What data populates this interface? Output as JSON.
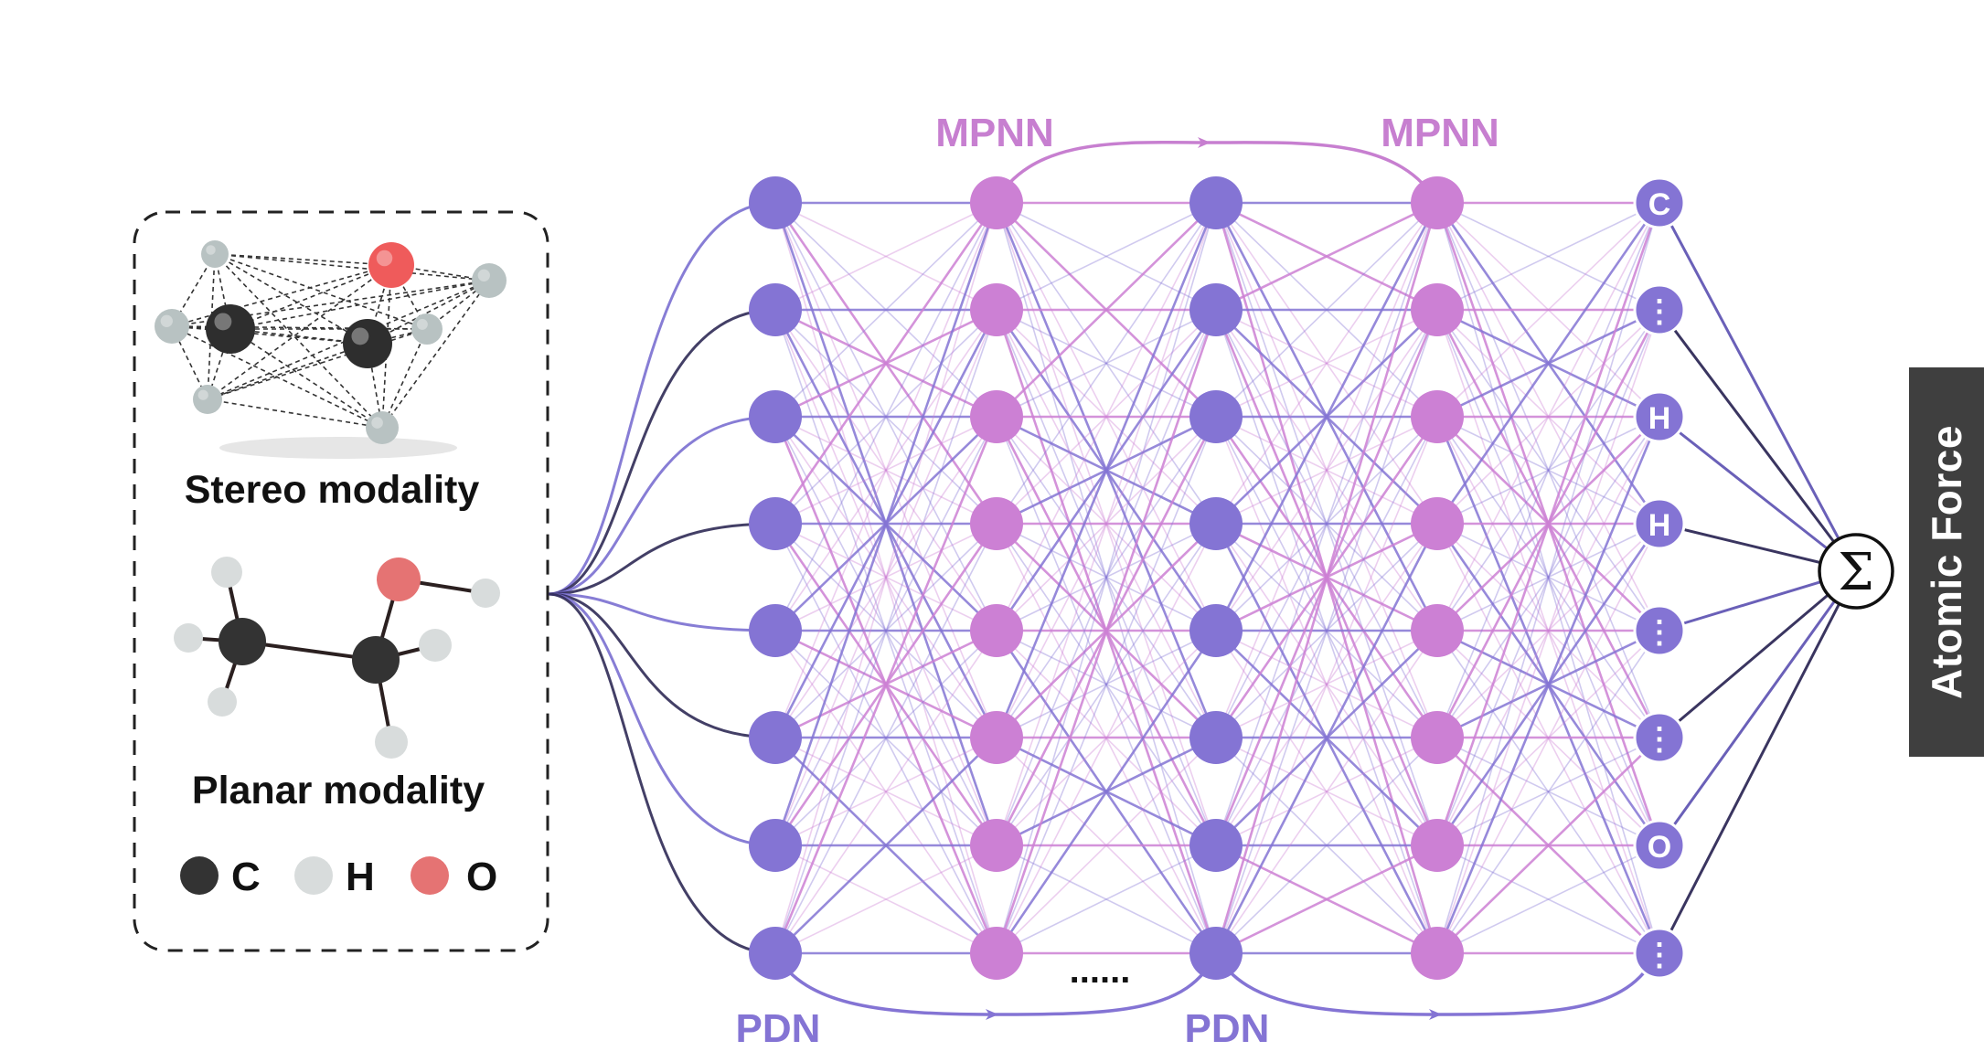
{
  "labels": {
    "mpnn_1": "MPNN",
    "mpnn_2": "MPNN",
    "pdn_1": "PDN",
    "pdn_2": "PDN",
    "ellipsis": "......",
    "stereo": "Stereo modality",
    "planar": "Planar modality",
    "sum": "Σ",
    "atomic_force": "Atomic Force"
  },
  "legend": [
    {
      "symbol": "C",
      "color": "#333333"
    },
    {
      "symbol": "H",
      "color": "#d8dcdc"
    },
    {
      "symbol": "O",
      "color": "#e57373"
    }
  ],
  "output_nodes": [
    "C",
    "⋮",
    "H",
    "H",
    "⋮",
    "⋮",
    "O",
    "⋮"
  ],
  "colors": {
    "purple": "#8474d4",
    "pink": "#cc80d4",
    "dark": "#1f1f2e",
    "carbon": "#333333",
    "hydrogen": "#d8dcdc",
    "oxygen": "#e57373"
  }
}
